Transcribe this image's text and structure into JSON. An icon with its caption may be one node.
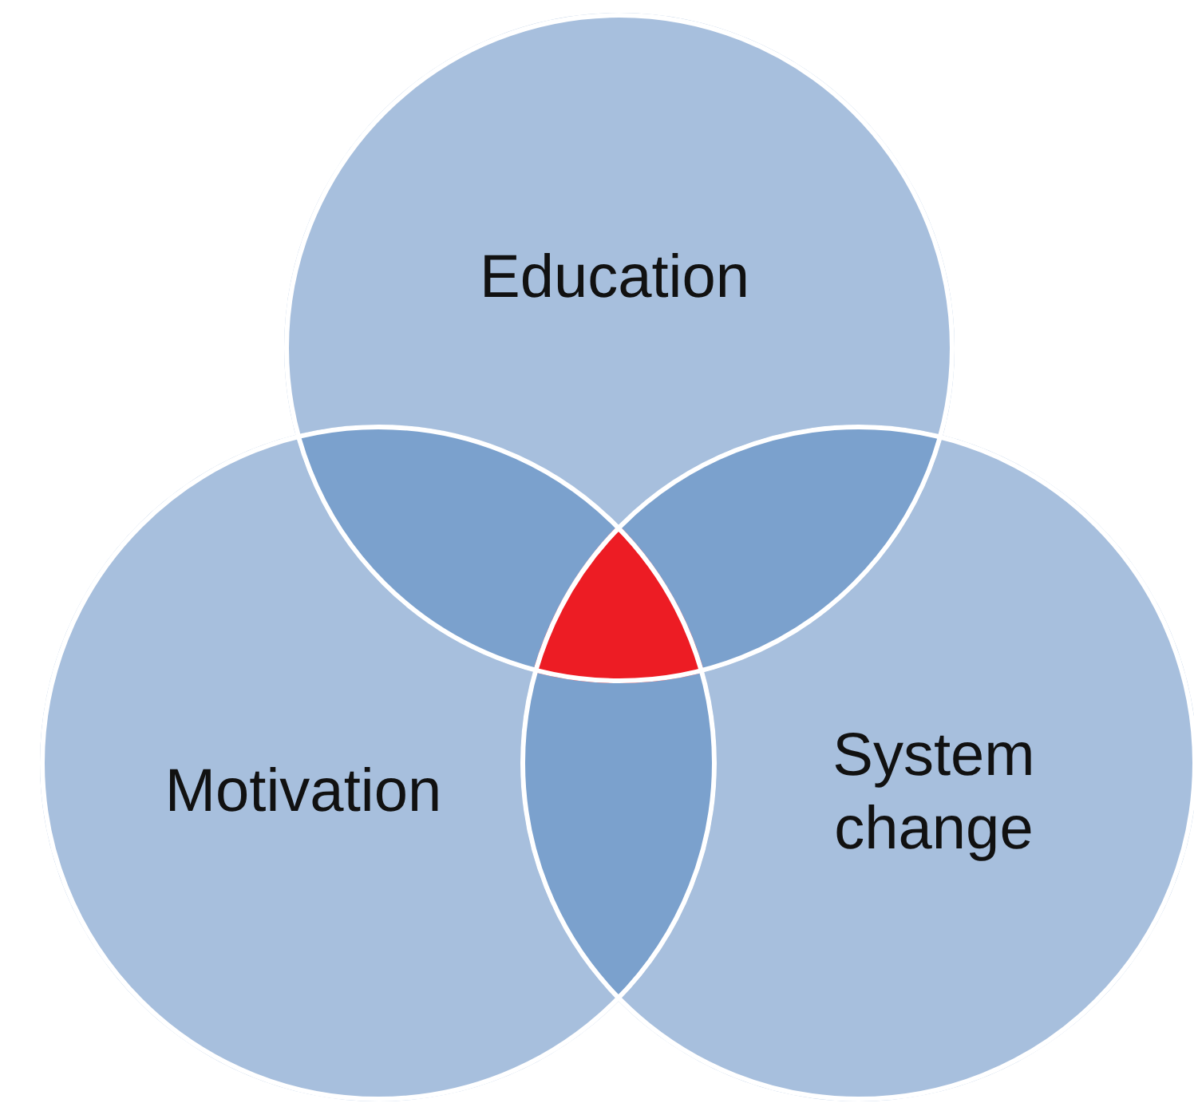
{
  "diagram": {
    "nodes": [
      {
        "text": [
          "Education"
        ]
      },
      {
        "text": [
          "Motivation"
        ]
      },
      {
        "text": [
          "System change"
        ]
      }
    ]
  }
}
